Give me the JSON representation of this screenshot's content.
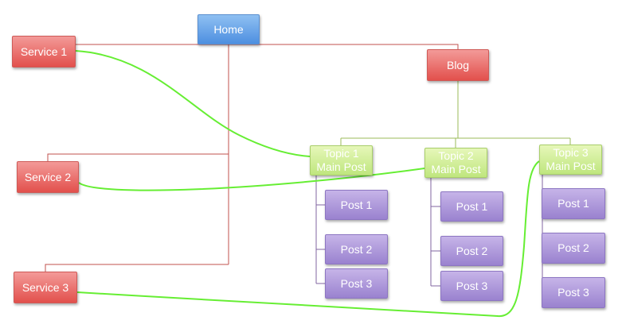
{
  "diagram": {
    "home": "Home",
    "blog": "Blog",
    "services": [
      "Service 1",
      "Service 2",
      "Service 3"
    ],
    "topics": [
      {
        "title": "Topic 1 Main Post",
        "posts": [
          "Post 1",
          "Post 2",
          "Post 3"
        ]
      },
      {
        "title": "Topic 2 Main Post",
        "posts": [
          "Post 1",
          "Post 2",
          "Post 3"
        ]
      },
      {
        "title": "Topic 3 Main Post",
        "posts": [
          "Post 1",
          "Post 2",
          "Post 3"
        ]
      }
    ]
  },
  "colors": {
    "home": "#6aa6ea",
    "service": "#e8625e",
    "blog": "#e8625e",
    "topic": "#cdeb93",
    "post": "#a994d9",
    "red_connector": "#c0504d",
    "green_connector": "#9bbb59",
    "cross_link": "#66ee33"
  }
}
